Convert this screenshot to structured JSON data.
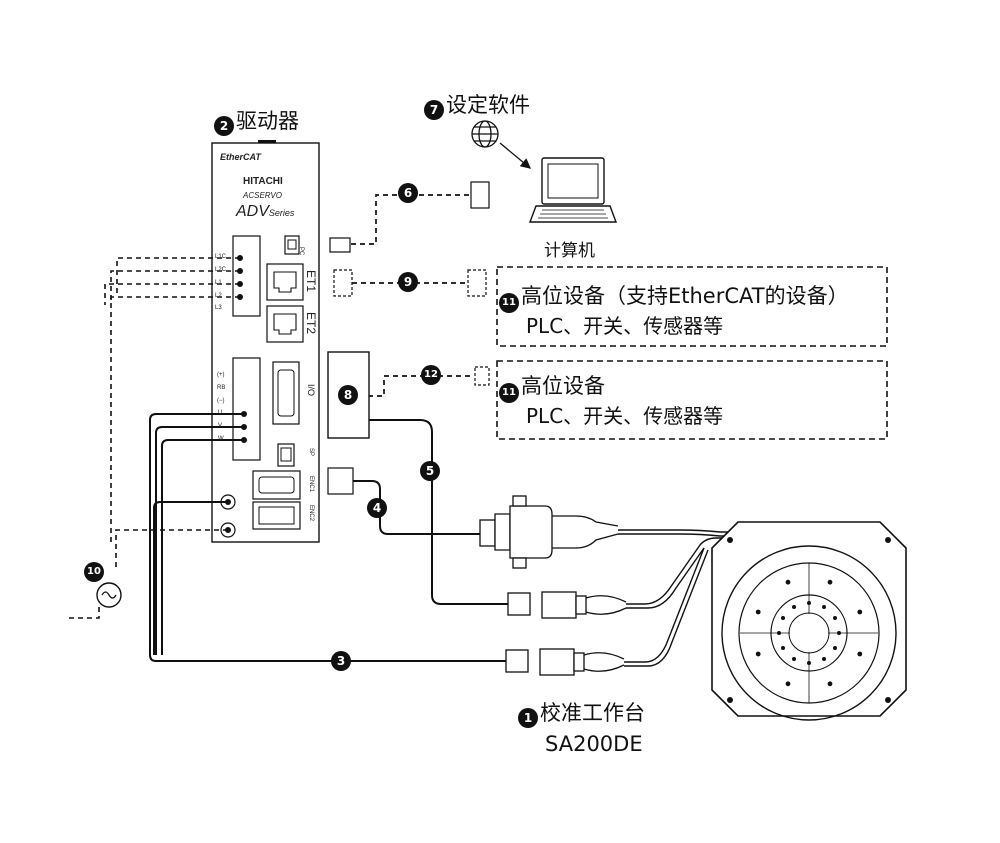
{
  "labels": {
    "driver": {
      "num": "2",
      "text": "驱动器"
    },
    "software": {
      "num": "7",
      "text": "设定软件"
    },
    "computer": "计算机",
    "host1": {
      "num": "11",
      "line1": "高位设备（支持EtherCAT的设备）",
      "line2": "PLC、开关、传感器等"
    },
    "host2": {
      "num": "11",
      "line1": "高位设备",
      "line2": "PLC、开关、传感器等"
    },
    "table": {
      "num": "1",
      "name": "校准工作台",
      "model": "SA200DE"
    }
  },
  "cable_numbers": [
    "3",
    "4",
    "5",
    "6",
    "8",
    "9",
    "10",
    "12"
  ],
  "driver_panel": {
    "brand": "HITACHI",
    "fieldbus_logo": "EtherCAT",
    "product_line": "ACSERVO",
    "model": "ADV",
    "series": "Series",
    "port_pc": "PC",
    "port_et1": "ET1",
    "port_et2": "ET2",
    "port_io": "I/O",
    "port_sp": "SP",
    "port_enc1": "ENC1",
    "port_enc2": "ENC2",
    "power_terminals": [
      "L1C",
      "L2C",
      "L1",
      "L2",
      "L3"
    ],
    "motor_terminals": [
      "(+)",
      "RB",
      "(−)",
      "U",
      "V",
      "W"
    ]
  },
  "icons": [
    "globe-icon",
    "laptop-icon",
    "ac-power-icon"
  ],
  "colors": {
    "line": "#111111",
    "panel": "#ffffff",
    "badge": "#111111"
  }
}
